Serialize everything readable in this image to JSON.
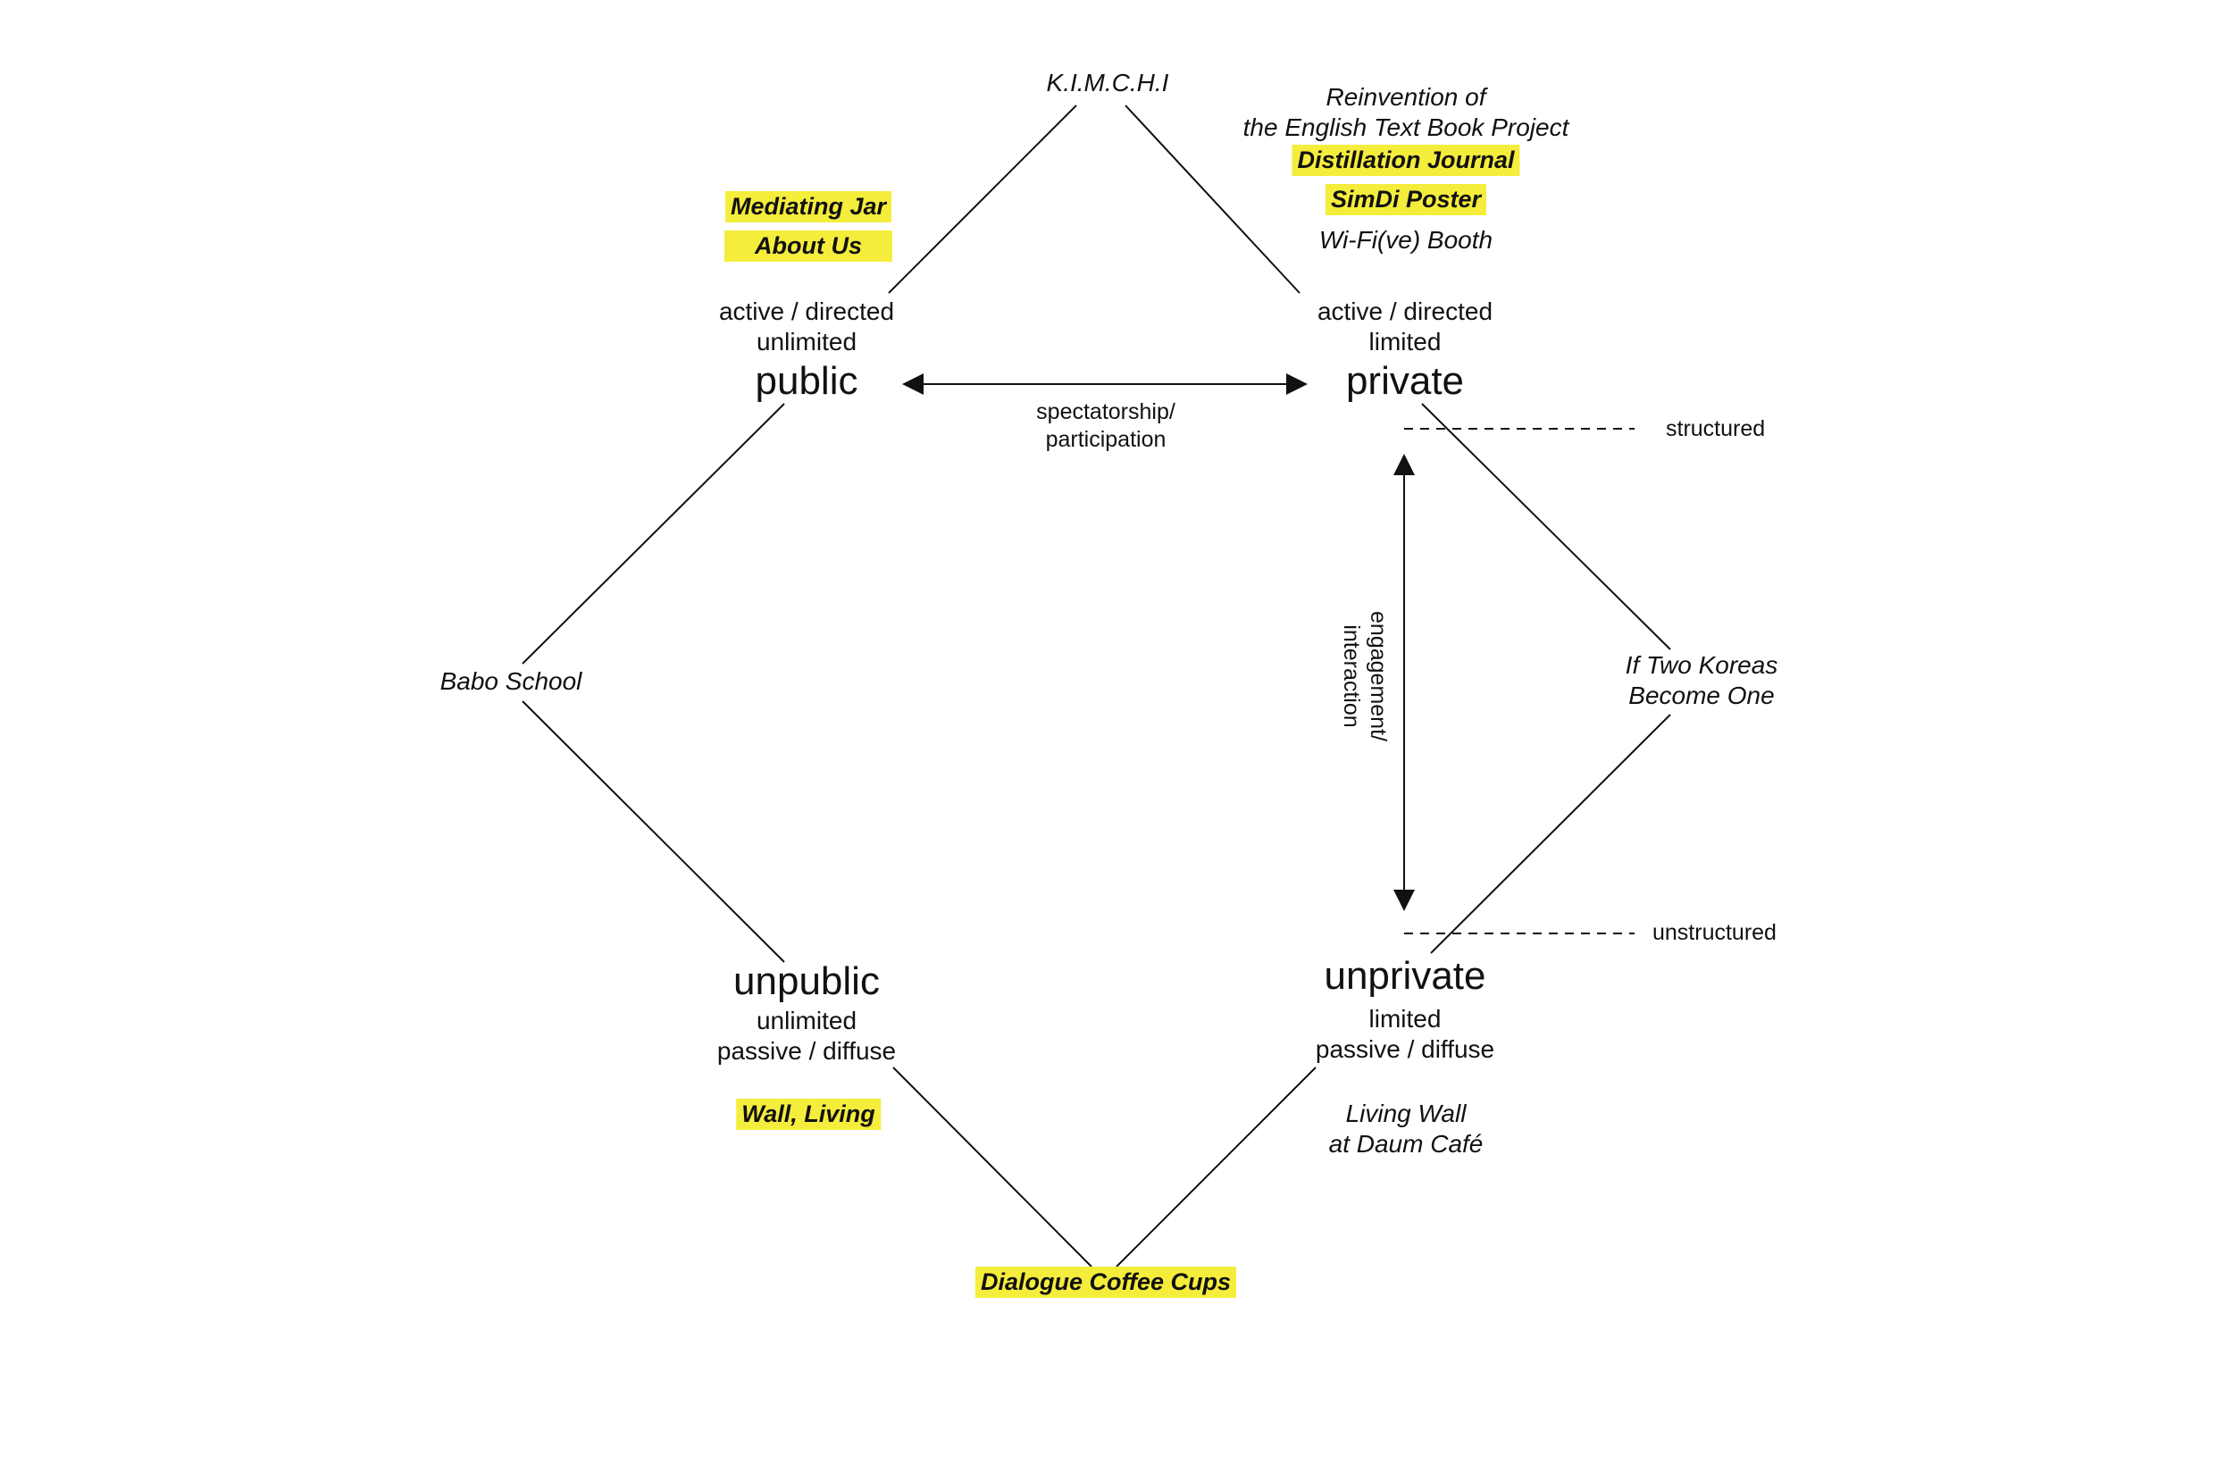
{
  "colors": {
    "highlight": "#f5ed3c",
    "ink": "#111111"
  },
  "nodes": {
    "public": {
      "title": "public",
      "line1": "active / directed",
      "line2": "unlimited"
    },
    "private": {
      "title": "private",
      "line1": "active / directed",
      "line2": "limited"
    },
    "unpublic": {
      "title": "unpublic",
      "line1": "unlimited",
      "line2": "passive / diffuse"
    },
    "unprivate": {
      "title": "unprivate",
      "line1": "limited",
      "line2": "passive / diffuse"
    }
  },
  "projects": {
    "kimchi": "K.I.M.C.H.I",
    "reinvention_line1": "Reinvention of",
    "reinvention_line2": "the English Text Book Project",
    "distillation_journal": "Distillation Journal",
    "simdi_poster": "SimDi Poster",
    "wifive_booth": "Wi-Fi(ve) Booth",
    "mediating_jar": "Mediating Jar",
    "about_us": "About Us",
    "babo_school": "Babo School",
    "two_koreas_line1": "If Two Koreas",
    "two_koreas_line2": "Become One",
    "wall_living": "Wall, Living",
    "living_wall_line1": "Living Wall",
    "living_wall_line2": "at Daum Café",
    "dialogue_coffee_cups": "Dialogue Coffee Cups"
  },
  "axes": {
    "horizontal_line1": "spectatorship/",
    "horizontal_line2": "participation",
    "vertical_line1": "engagement/",
    "vertical_line2": "interaction",
    "structured": "structured",
    "unstructured": "unstructured"
  }
}
